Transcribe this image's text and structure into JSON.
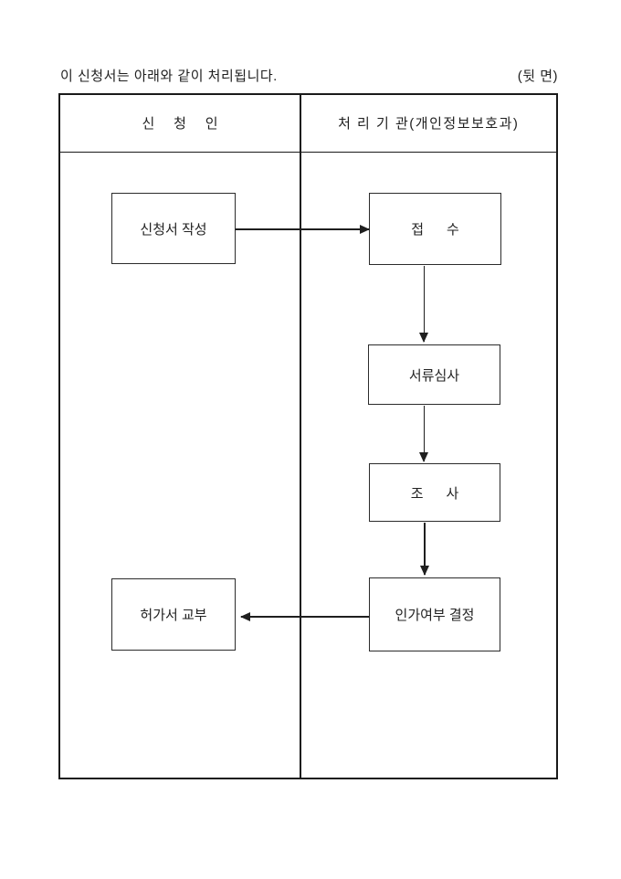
{
  "page": {
    "intro_text": "이 신청서는 아래와 같이 처리됩니다.",
    "side_label": "(뒷 면)"
  },
  "table": {
    "header_left": "신     청     인",
    "header_right": "처 리 기 관(개인정보보호과)"
  },
  "flow": {
    "boxes": [
      {
        "id": "write-application",
        "label": "신청서 작성",
        "column": "applicant"
      },
      {
        "id": "receipt",
        "label": "접      수",
        "column": "agency"
      },
      {
        "id": "document-review",
        "label": "서류심사",
        "column": "agency"
      },
      {
        "id": "investigation",
        "label": "조      사",
        "column": "agency"
      },
      {
        "id": "approval-decision",
        "label": "인가여부 결정",
        "column": "agency"
      },
      {
        "id": "permit-issuance",
        "label": "허가서 교부",
        "column": "applicant"
      }
    ],
    "connections": [
      {
        "from": "write-application",
        "to": "receipt"
      },
      {
        "from": "receipt",
        "to": "document-review"
      },
      {
        "from": "document-review",
        "to": "investigation"
      },
      {
        "from": "investigation",
        "to": "approval-decision"
      },
      {
        "from": "approval-decision",
        "to": "permit-issuance"
      }
    ]
  },
  "colors": {
    "ink": "#1f1f1f",
    "background": "#ffffff"
  }
}
